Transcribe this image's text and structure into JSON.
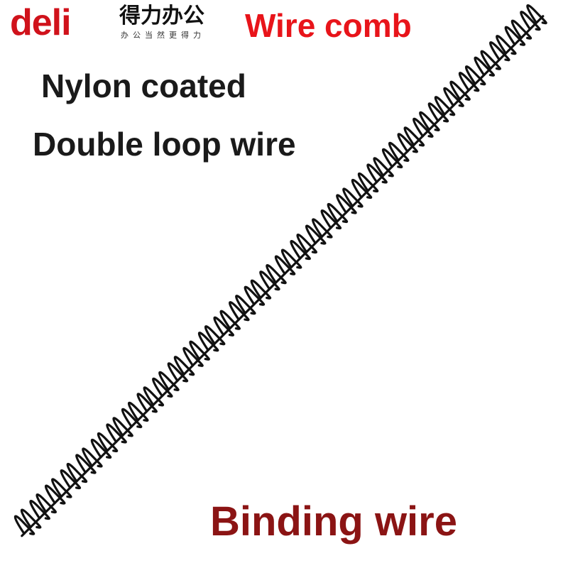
{
  "brand": {
    "wordmark": "deli",
    "chinese_name": "得力办公",
    "slogan": "办公当然更得力",
    "color": "#d0121b"
  },
  "headline": {
    "text": "Wire comb",
    "color": "#e8141a"
  },
  "features": [
    "Nylon coated",
    "Double loop wire"
  ],
  "caption": {
    "text": "Binding wire",
    "color": "#8b1414"
  },
  "product": {
    "name": "double-loop-binding-wire",
    "wire_color": "#111111"
  }
}
